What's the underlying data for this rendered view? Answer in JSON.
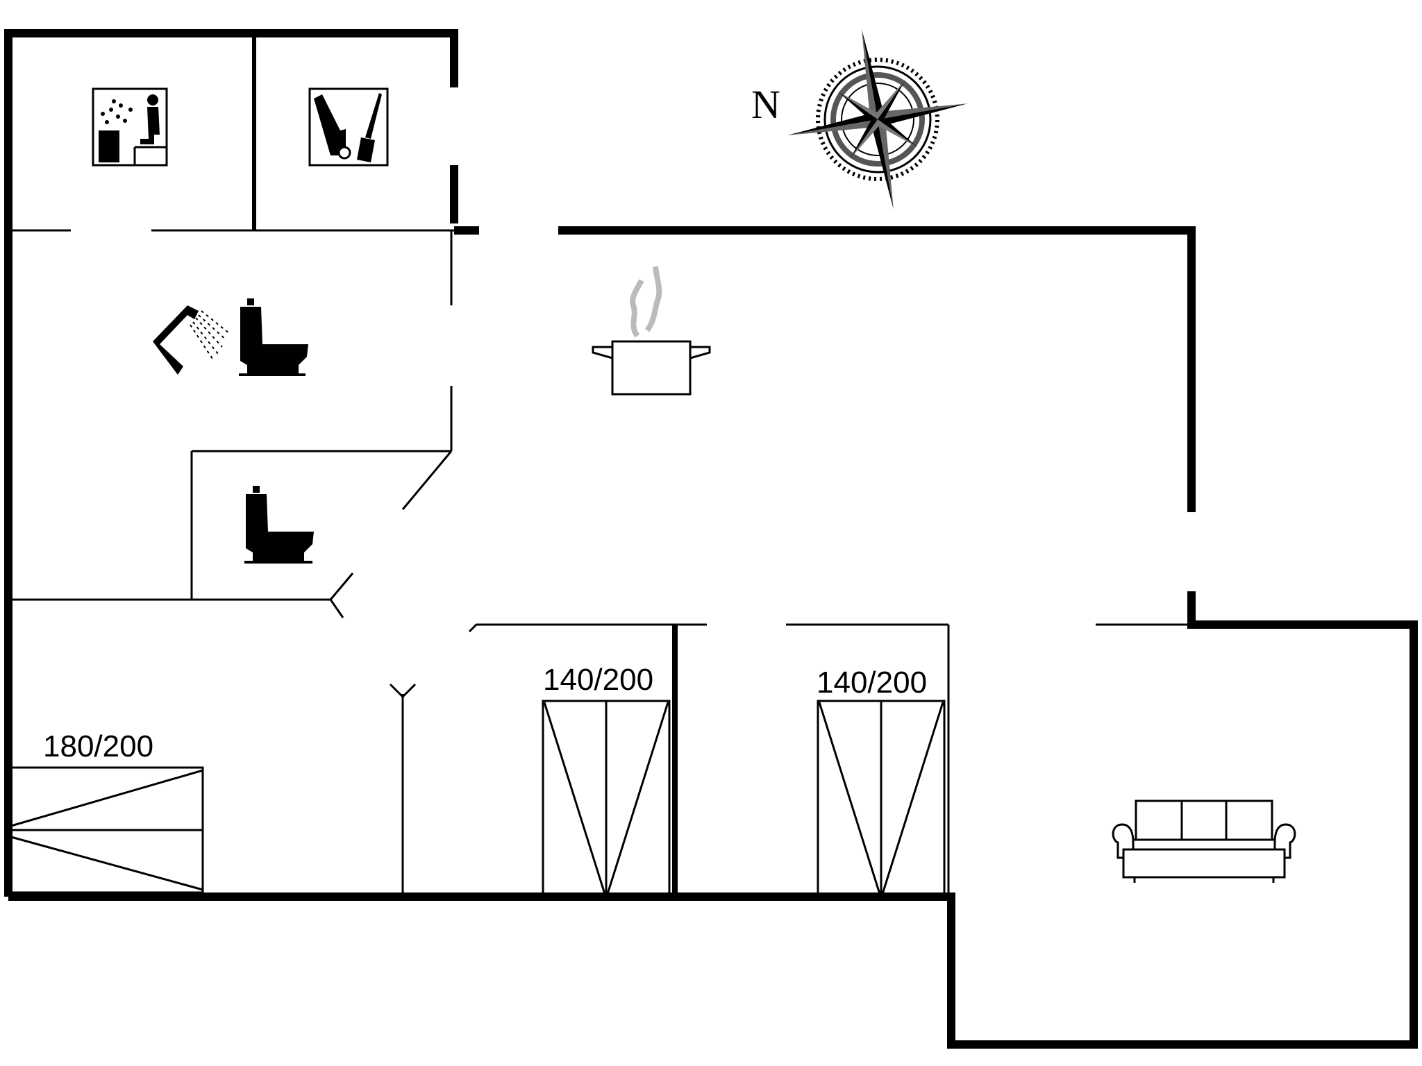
{
  "compass": {
    "label": "N"
  },
  "beds": [
    {
      "size": "180/200"
    },
    {
      "size": "140/200"
    },
    {
      "size": "140/200"
    }
  ],
  "rooms": [
    "sauna",
    "utility",
    "bathroom",
    "toilet",
    "kitchen",
    "bedroom",
    "bedroom",
    "bedroom",
    "living room"
  ],
  "icons": [
    "sauna-icon",
    "utility-icon",
    "shower-icon",
    "toilet-icon",
    "toilet-icon",
    "cooking-pot-icon",
    "sofa-icon",
    "compass-rose-icon"
  ]
}
